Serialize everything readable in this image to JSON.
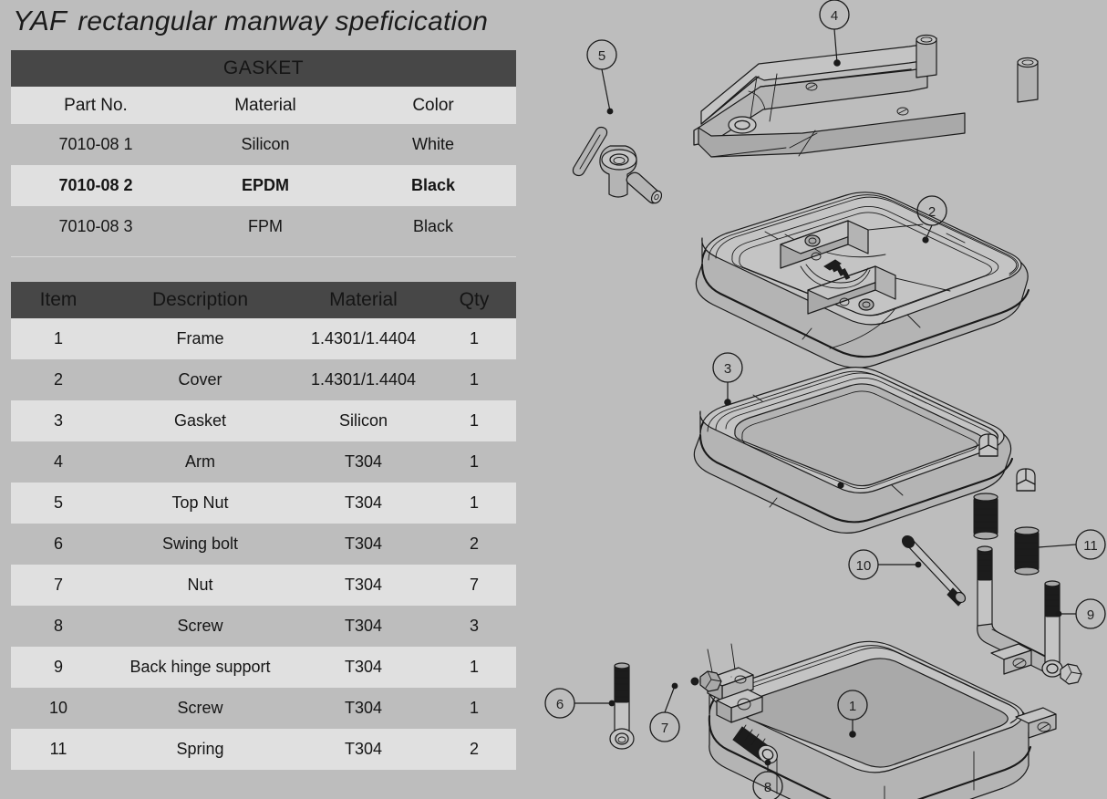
{
  "title": {
    "brand": "YAF",
    "text": "rectangular manway speficication"
  },
  "gasket_table": {
    "banner": "GASKET",
    "columns": [
      "Part No.",
      "Material",
      "Color"
    ],
    "rows": [
      {
        "part_no": "7010-08 1",
        "material": "Silicon",
        "color": "White"
      },
      {
        "part_no": "7010-08 2",
        "material": "EPDM",
        "color": "Black"
      },
      {
        "part_no": "7010-08 3",
        "material": "FPM",
        "color": "Black"
      }
    ]
  },
  "parts_table": {
    "columns": [
      "Item",
      "Description",
      "Material",
      "Qty"
    ],
    "rows": [
      {
        "item": "1",
        "description": "Frame",
        "material": "1.4301/1.4404",
        "qty": "1"
      },
      {
        "item": "2",
        "description": "Cover",
        "material": "1.4301/1.4404",
        "qty": "1"
      },
      {
        "item": "3",
        "description": "Gasket",
        "material": "Silicon",
        "qty": "1"
      },
      {
        "item": "4",
        "description": "Arm",
        "material": "T304",
        "qty": "1"
      },
      {
        "item": "5",
        "description": "Top Nut",
        "material": "T304",
        "qty": "1"
      },
      {
        "item": "6",
        "description": "Swing bolt",
        "material": "T304",
        "qty": "2"
      },
      {
        "item": "7",
        "description": "Nut",
        "material": "T304",
        "qty": "7"
      },
      {
        "item": "8",
        "description": "Screw",
        "material": "T304",
        "qty": "3"
      },
      {
        "item": "9",
        "description": "Back hinge support",
        "material": "T304",
        "qty": "1"
      },
      {
        "item": "10",
        "description": "Screw",
        "material": "T304",
        "qty": "1"
      },
      {
        "item": "11",
        "description": "Spring",
        "material": "T304",
        "qty": "2"
      }
    ]
  },
  "diagram": {
    "balloons": [
      {
        "id": "5",
        "label": "5"
      },
      {
        "id": "4",
        "label": "4"
      },
      {
        "id": "2",
        "label": "2"
      },
      {
        "id": "3",
        "label": "3"
      },
      {
        "id": "11",
        "label": "11"
      },
      {
        "id": "10",
        "label": "10"
      },
      {
        "id": "9",
        "label": "9"
      },
      {
        "id": "6",
        "label": "6"
      },
      {
        "id": "7",
        "label": "7"
      },
      {
        "id": "8",
        "label": "8"
      },
      {
        "id": "1",
        "label": "1"
      }
    ]
  },
  "colors": {
    "background": "#bdbdbd",
    "header_bar": "#474747",
    "header_text": "#cccccc",
    "row_light": "#e0e0e0",
    "row_dark": "#bdbdbd",
    "line": "#1a1a1a"
  }
}
